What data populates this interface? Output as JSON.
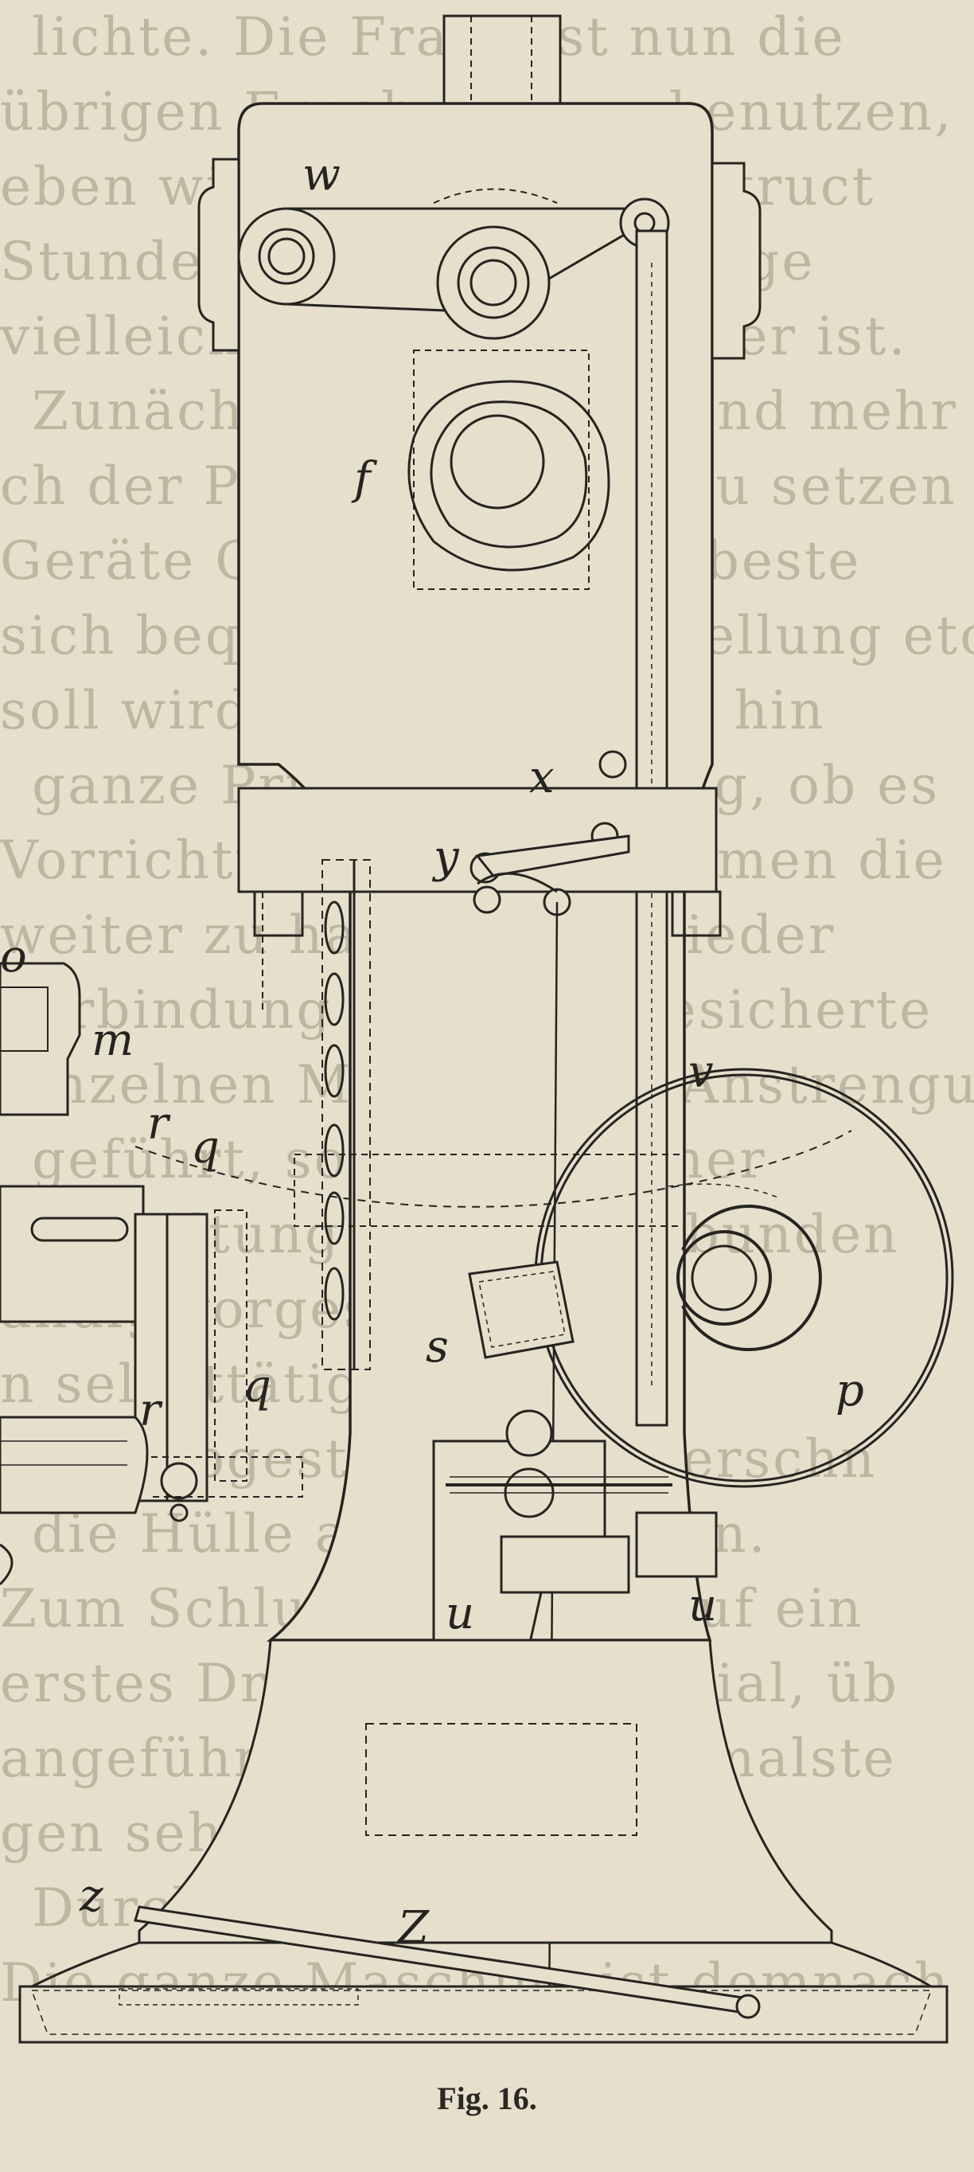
{
  "background_text": [
    "lichte. Die Frage ist nun die",
    "übrigen Ergebnisse zu benutzen, oder",
    "eben will, so ist der Construct",
    "Stunden zu finden. Es ist ge",
    "vielleicht besser und Dauer ist.",
    "Zunächst liegt kein Grund mehr",
    "ch der Prüfvorrichtung zu setzen au",
    "Geräte Gesellschaft der beste",
    "sich bequemer Einlassstellung etc.",
    "soll wird ist das Gewicht hin",
    "ganze Prüfung Stundung, ob es",
    "Vorrichtung in Lage kommen die",
    "weiter zu halten d. h. wieder",
    "Verbindung Strecken gesicherte",
    "einzelnen Muffen ohne Anstrengung",
    "geführt, so kommt immer",
    "die Haltung des gut verbunden",
    "ändig vorgespannt",
    "n selbsttätig bei",
    "nach abgestimmtem Querschn",
    "die Hülle anzuschliessen.",
    "Zum Schluss soll noch auf ein",
    "erstes Drahtwickelmaterial, üb",
    "angeführt ist Faden, schmalste",
    "gen sehr haltbar ist von T",
    "Durchmesser",
    "Die ganze Maschine ist demnach"
  ],
  "figure": {
    "labels": {
      "w": "w",
      "f": "f",
      "x": "x",
      "y": "y",
      "m": "m",
      "r_upper": "r",
      "q_upper": "q",
      "q_lower": "q",
      "r_lower": "r",
      "v": "v",
      "s": "s",
      "p": "p",
      "u_left": "u",
      "u_right": "u",
      "z_left": "z",
      "z_right": "Z",
      "o": "o"
    }
  },
  "caption": "Fig. 16."
}
